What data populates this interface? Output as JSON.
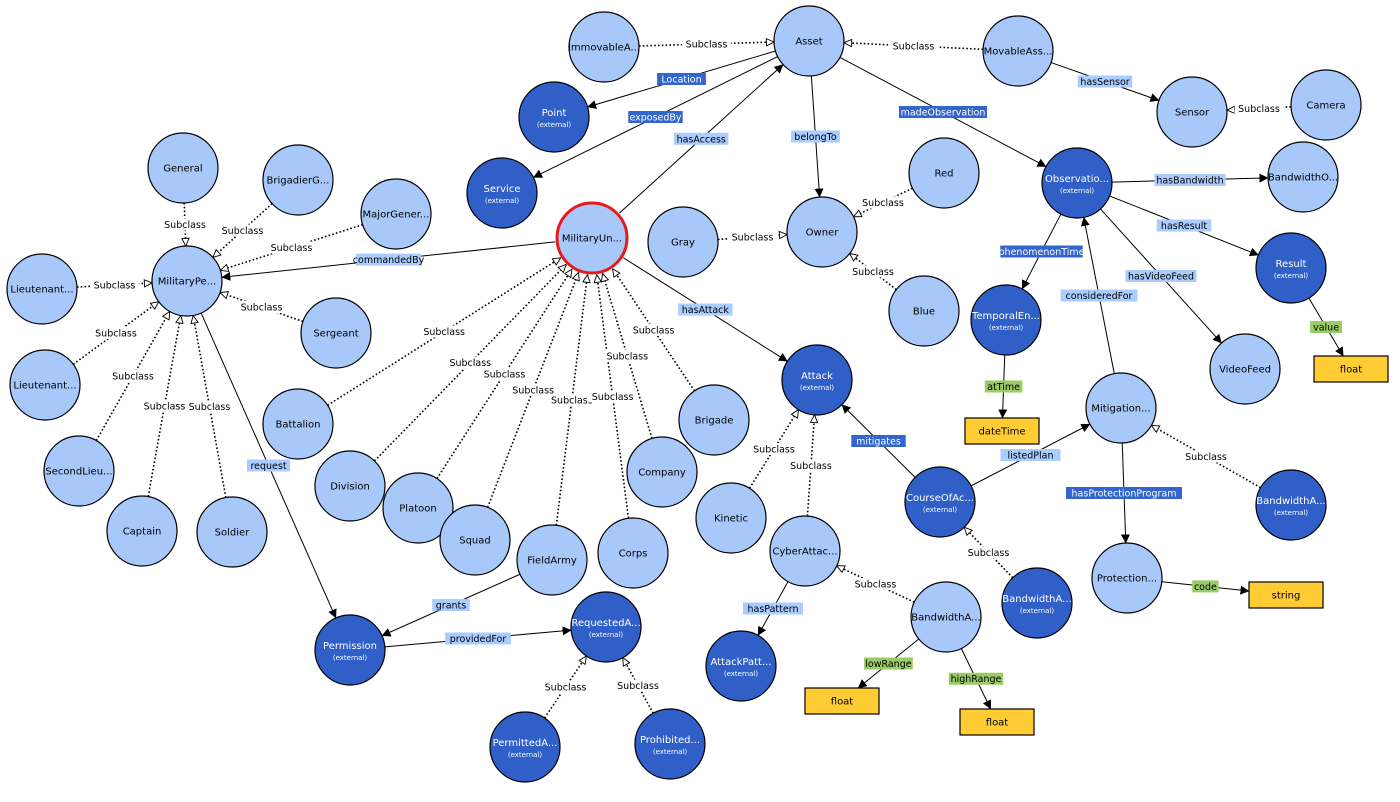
{
  "colors": {
    "class_fill": "#a8c8fa",
    "external_fill": "#2f5fc7",
    "literal_fill": "#ffcc33",
    "selected_ring": "#e51b1b",
    "subclass_label_fill": "#ffffff",
    "object_property_fill_light": "#aaccff",
    "object_property_fill_dark": "#3366cc",
    "datatype_property_fill": "#99cc66"
  },
  "nodes": [
    {
      "id": "asset",
      "label": "Asset",
      "kind": "class"
    },
    {
      "id": "immovable",
      "label": "ImmovableA...",
      "kind": "class"
    },
    {
      "id": "movable",
      "label": "MovableAss...",
      "kind": "class"
    },
    {
      "id": "sensor",
      "label": "Sensor",
      "kind": "class"
    },
    {
      "id": "camera",
      "label": "Camera",
      "kind": "class"
    },
    {
      "id": "point",
      "label": "Point",
      "sub": "(external)",
      "kind": "external"
    },
    {
      "id": "service",
      "label": "Service",
      "sub": "(external)",
      "kind": "external"
    },
    {
      "id": "military_unit",
      "label": "MilitaryUn...",
      "kind": "class",
      "selected": true
    },
    {
      "id": "owner",
      "label": "Owner",
      "kind": "class"
    },
    {
      "id": "gray",
      "label": "Gray",
      "kind": "class"
    },
    {
      "id": "red",
      "label": "Red",
      "kind": "class"
    },
    {
      "id": "blue",
      "label": "Blue",
      "kind": "class"
    },
    {
      "id": "observation",
      "label": "Observatio...",
      "sub": "(external)",
      "kind": "external"
    },
    {
      "id": "bandwidth_o",
      "label": "BandwidthO...",
      "kind": "class"
    },
    {
      "id": "result",
      "label": "Result",
      "sub": "(external)",
      "kind": "external"
    },
    {
      "id": "temporal",
      "label": "TemporalEn...",
      "sub": "(external)",
      "kind": "external"
    },
    {
      "id": "videofeed",
      "label": "VideoFeed",
      "kind": "class"
    },
    {
      "id": "mitigation",
      "label": "Mitigation...",
      "kind": "class"
    },
    {
      "id": "bandwidth_a_ext",
      "label": "BandwidthA...",
      "sub": "(external)",
      "kind": "external"
    },
    {
      "id": "protection",
      "label": "Protection...",
      "kind": "class"
    },
    {
      "id": "course",
      "label": "CourseOfAc...",
      "sub": "(external)",
      "kind": "external"
    },
    {
      "id": "bandwidth_a_ext2",
      "label": "BandwidthA...",
      "sub": "(external)",
      "kind": "external"
    },
    {
      "id": "attack",
      "label": "Attack",
      "sub": "(external)",
      "kind": "external"
    },
    {
      "id": "kinetic",
      "label": "Kinetic",
      "kind": "class"
    },
    {
      "id": "cyber",
      "label": "CyberAttac...",
      "kind": "class"
    },
    {
      "id": "bandwidth_a",
      "label": "BandwidthA...",
      "kind": "class"
    },
    {
      "id": "attack_pattern",
      "label": "AttackPatt...",
      "sub": "(external)",
      "kind": "external"
    },
    {
      "id": "general",
      "label": "General",
      "kind": "class"
    },
    {
      "id": "brigadier",
      "label": "BrigadierG...",
      "kind": "class"
    },
    {
      "id": "major_general",
      "label": "MajorGener...",
      "kind": "class"
    },
    {
      "id": "military_person",
      "label": "MilitaryPe...",
      "kind": "class"
    },
    {
      "id": "lieutenant1",
      "label": "Lieutenant...",
      "kind": "class"
    },
    {
      "id": "lieutenant2",
      "label": "Lieutenant...",
      "kind": "class"
    },
    {
      "id": "sergeant",
      "label": "Sergeant",
      "kind": "class"
    },
    {
      "id": "second_lieu",
      "label": "SecondLieu...",
      "kind": "class"
    },
    {
      "id": "captain",
      "label": "Captain",
      "kind": "class"
    },
    {
      "id": "soldier",
      "label": "Soldier",
      "kind": "class"
    },
    {
      "id": "battalion",
      "label": "Battalion",
      "kind": "class"
    },
    {
      "id": "division",
      "label": "Division",
      "kind": "class"
    },
    {
      "id": "platoon",
      "label": "Platoon",
      "kind": "class"
    },
    {
      "id": "squad",
      "label": "Squad",
      "kind": "class"
    },
    {
      "id": "field_army",
      "label": "FieldArmy",
      "kind": "class"
    },
    {
      "id": "corps",
      "label": "Corps",
      "kind": "class"
    },
    {
      "id": "company",
      "label": "Company",
      "kind": "class"
    },
    {
      "id": "brigade",
      "label": "Brigade",
      "kind": "class"
    },
    {
      "id": "permission",
      "label": "Permission",
      "sub": "(external)",
      "kind": "external"
    },
    {
      "id": "requested",
      "label": "RequestedA...",
      "sub": "(external)",
      "kind": "external"
    },
    {
      "id": "permitted",
      "label": "PermittedA...",
      "sub": "(external)",
      "kind": "external"
    },
    {
      "id": "prohibited",
      "label": "Prohibited...",
      "sub": "(external)",
      "kind": "external"
    },
    {
      "id": "lit_datetime",
      "label": "dateTime",
      "kind": "literal"
    },
    {
      "id": "lit_float_result",
      "label": "float",
      "kind": "literal"
    },
    {
      "id": "lit_string",
      "label": "string",
      "kind": "literal"
    },
    {
      "id": "lit_float_low",
      "label": "float",
      "kind": "literal"
    },
    {
      "id": "lit_float_high",
      "label": "float",
      "kind": "literal"
    }
  ],
  "edges": [
    {
      "from": "immovable",
      "to": "asset",
      "label": "Subclass",
      "type": "subclass"
    },
    {
      "from": "movable",
      "to": "asset",
      "label": "Subclass",
      "type": "subclass"
    },
    {
      "from": "movable",
      "to": "sensor",
      "label": "hasSensor",
      "type": "object-light"
    },
    {
      "from": "camera",
      "to": "sensor",
      "label": "Subclass",
      "type": "subclass"
    },
    {
      "from": "asset",
      "to": "point",
      "label": "Location",
      "type": "object-dark"
    },
    {
      "from": "asset",
      "to": "service",
      "label": "exposedBy",
      "type": "object-dark"
    },
    {
      "from": "military_unit",
      "to": "asset",
      "label": "hasAccess",
      "type": "object-light"
    },
    {
      "from": "asset",
      "to": "owner",
      "label": "belongTo",
      "type": "object-light"
    },
    {
      "from": "asset",
      "to": "observation",
      "label": "madeObservation",
      "type": "object-dark"
    },
    {
      "from": "gray",
      "to": "owner",
      "label": "Subclass",
      "type": "subclass"
    },
    {
      "from": "red",
      "to": "owner",
      "label": "Subclass",
      "type": "subclass"
    },
    {
      "from": "blue",
      "to": "owner",
      "label": "Subclass",
      "type": "subclass"
    },
    {
      "from": "observation",
      "to": "bandwidth_o",
      "label": "hasBandwidth",
      "type": "object-light"
    },
    {
      "from": "observation",
      "to": "result",
      "label": "hasResult",
      "type": "object-light"
    },
    {
      "from": "observation",
      "to": "temporal",
      "label": "phenomenonTime",
      "type": "object-dark"
    },
    {
      "from": "observation",
      "to": "videofeed",
      "label": "hasVideoFeed",
      "type": "object-light"
    },
    {
      "from": "mitigation",
      "to": "observation",
      "label": "consideredFor",
      "type": "object-light"
    },
    {
      "from": "result",
      "to": "lit_float_result",
      "label": "value",
      "type": "datatype"
    },
    {
      "from": "temporal",
      "to": "lit_datetime",
      "label": "atTime",
      "type": "datatype"
    },
    {
      "from": "bandwidth_a_ext",
      "to": "mitigation",
      "label": "Subclass",
      "type": "subclass"
    },
    {
      "from": "mitigation",
      "to": "protection",
      "label": "hasProtectionProgram",
      "type": "object-dark"
    },
    {
      "from": "protection",
      "to": "lit_string",
      "label": "code",
      "type": "datatype"
    },
    {
      "from": "course",
      "to": "mitigation",
      "label": "listedPlan",
      "type": "object-light"
    },
    {
      "from": "bandwidth_a_ext2",
      "to": "course",
      "label": "Subclass",
      "type": "subclass"
    },
    {
      "from": "course",
      "to": "attack",
      "label": "mitigates",
      "type": "object-dark"
    },
    {
      "from": "military_unit",
      "to": "attack",
      "label": "hasAttack",
      "type": "object-light"
    },
    {
      "from": "kinetic",
      "to": "attack",
      "label": "Subclass",
      "type": "subclass"
    },
    {
      "from": "cyber",
      "to": "attack",
      "label": "Subclass",
      "type": "subclass"
    },
    {
      "from": "bandwidth_a",
      "to": "cyber",
      "label": "Subclass",
      "type": "subclass"
    },
    {
      "from": "cyber",
      "to": "attack_pattern",
      "label": "hasPattern",
      "type": "object-light"
    },
    {
      "from": "bandwidth_a",
      "to": "lit_float_low",
      "label": "lowRange",
      "type": "datatype"
    },
    {
      "from": "bandwidth_a",
      "to": "lit_float_high",
      "label": "highRange",
      "type": "datatype"
    },
    {
      "from": "general",
      "to": "military_person",
      "label": "Subclass",
      "type": "subclass"
    },
    {
      "from": "brigadier",
      "to": "military_person",
      "label": "Subclass",
      "type": "subclass"
    },
    {
      "from": "major_general",
      "to": "military_person",
      "label": "Subclass",
      "type": "subclass"
    },
    {
      "from": "military_unit",
      "to": "military_person",
      "label": "commandedBy",
      "type": "object-light"
    },
    {
      "from": "lieutenant1",
      "to": "military_person",
      "label": "Subclass",
      "type": "subclass"
    },
    {
      "from": "lieutenant2",
      "to": "military_person",
      "label": "Subclass",
      "type": "subclass"
    },
    {
      "from": "sergeant",
      "to": "military_person",
      "label": "Subclass",
      "type": "subclass"
    },
    {
      "from": "second_lieu",
      "to": "military_person",
      "label": "Subclass",
      "type": "subclass"
    },
    {
      "from": "captain",
      "to": "military_person",
      "label": "Subclass",
      "type": "subclass"
    },
    {
      "from": "soldier",
      "to": "military_person",
      "label": "Subclass",
      "type": "subclass"
    },
    {
      "from": "military_person",
      "to": "permission",
      "label": "request",
      "type": "object-light"
    },
    {
      "from": "battalion",
      "to": "military_unit",
      "label": "Subclass",
      "type": "subclass"
    },
    {
      "from": "division",
      "to": "military_unit",
      "label": "Subclass",
      "type": "subclass"
    },
    {
      "from": "platoon",
      "to": "military_unit",
      "label": "Subclass",
      "type": "subclass"
    },
    {
      "from": "squad",
      "to": "military_unit",
      "label": "Subclass",
      "type": "subclass"
    },
    {
      "from": "field_army",
      "to": "military_unit",
      "label": "Subclass",
      "type": "subclass"
    },
    {
      "from": "corps",
      "to": "military_unit",
      "label": "Subclass",
      "type": "subclass"
    },
    {
      "from": "company",
      "to": "military_unit",
      "label": "Subclass",
      "type": "subclass"
    },
    {
      "from": "brigade",
      "to": "military_unit",
      "label": "Subclass",
      "type": "subclass"
    },
    {
      "from": "field_army",
      "to": "permission",
      "label": "grants",
      "type": "object-light"
    },
    {
      "from": "permission",
      "to": "requested",
      "label": "providedFor",
      "type": "object-light"
    },
    {
      "from": "permitted",
      "to": "requested",
      "label": "Subclass",
      "type": "subclass"
    },
    {
      "from": "prohibited",
      "to": "requested",
      "label": "Subclass",
      "type": "subclass"
    }
  ]
}
